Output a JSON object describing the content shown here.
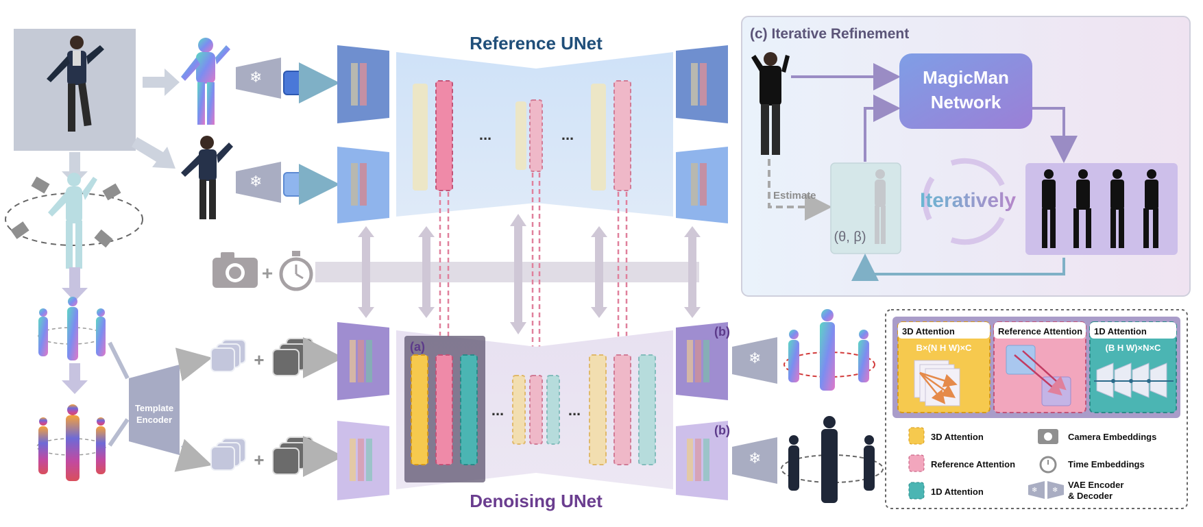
{
  "titles": {
    "reference_unet": "Reference UNet",
    "denoising_unet": "Denoising UNet",
    "refinement": "(c) Iterative Refinement"
  },
  "labels": {
    "template_encoder_line1": "Template",
    "template_encoder_line2": "Encoder",
    "ellipsis": "...",
    "marker_a": "(a)",
    "marker_b": "(b)"
  },
  "refinement": {
    "network_line1": "MagicMan",
    "network_line2": "Network",
    "estimate": "Estimate",
    "params": "(θ, β)",
    "iteratively": "Iteratively"
  },
  "attention_panels": {
    "three_d": {
      "title": "3D Attention",
      "formula": "B×(N H W)×C"
    },
    "reference": {
      "title": "Reference Attention"
    },
    "one_d": {
      "title": "1D Attention",
      "formula": "(B H W)×N×C"
    }
  },
  "legend": {
    "attn_3d": "3D Attention",
    "attn_ref": "Reference Attention",
    "attn_1d": "1D Attention",
    "camera": "Camera Embeddings",
    "time": "Time Embeddings",
    "vae_line1": "VAE Encoder",
    "vae_line2": "& Decoder"
  },
  "icons": [
    "snowflake-icon",
    "camera-icon",
    "stopwatch-icon",
    "cycle-icon",
    "person-figure-icon"
  ],
  "colors": {
    "reference_title": "#1f4e79",
    "denoising_title": "#6a3d8f",
    "attn_3d": "#f6c94e",
    "attn_ref": "#ef8aa8",
    "attn_1d": "#4bb5b3",
    "network": "#8a7ad8",
    "iteratively": "#6ab8cf"
  }
}
